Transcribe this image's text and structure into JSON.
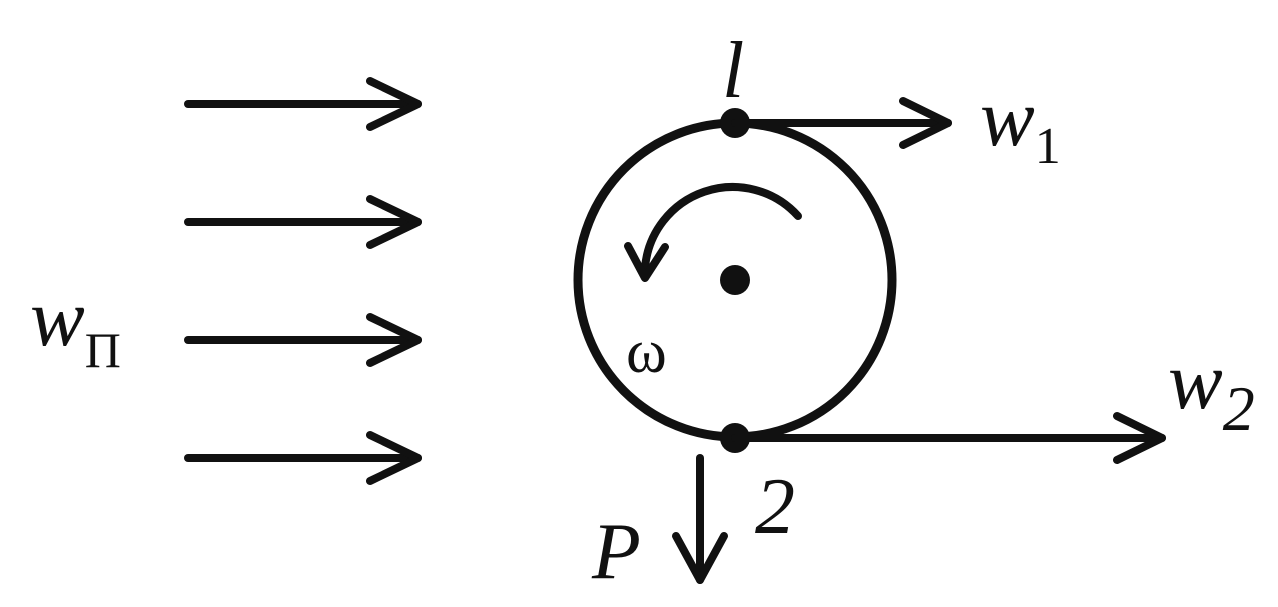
{
  "diagram": {
    "colors": {
      "ink": "#111111",
      "background": "#ffffff"
    },
    "labels": {
      "flow_main": "w",
      "flow_sub": "П",
      "point_top": "l",
      "point_bottom": "2",
      "velocity_top_main": "w",
      "velocity_top_sub": "1",
      "velocity_bottom_main": "w",
      "velocity_bottom_sub": "2",
      "angular_velocity": "ω",
      "force": "P"
    },
    "icons": {
      "incoming_flow": "right-arrow-icon",
      "rotation": "counterclockwise-arrow-icon",
      "force": "down-arrow-icon"
    }
  }
}
